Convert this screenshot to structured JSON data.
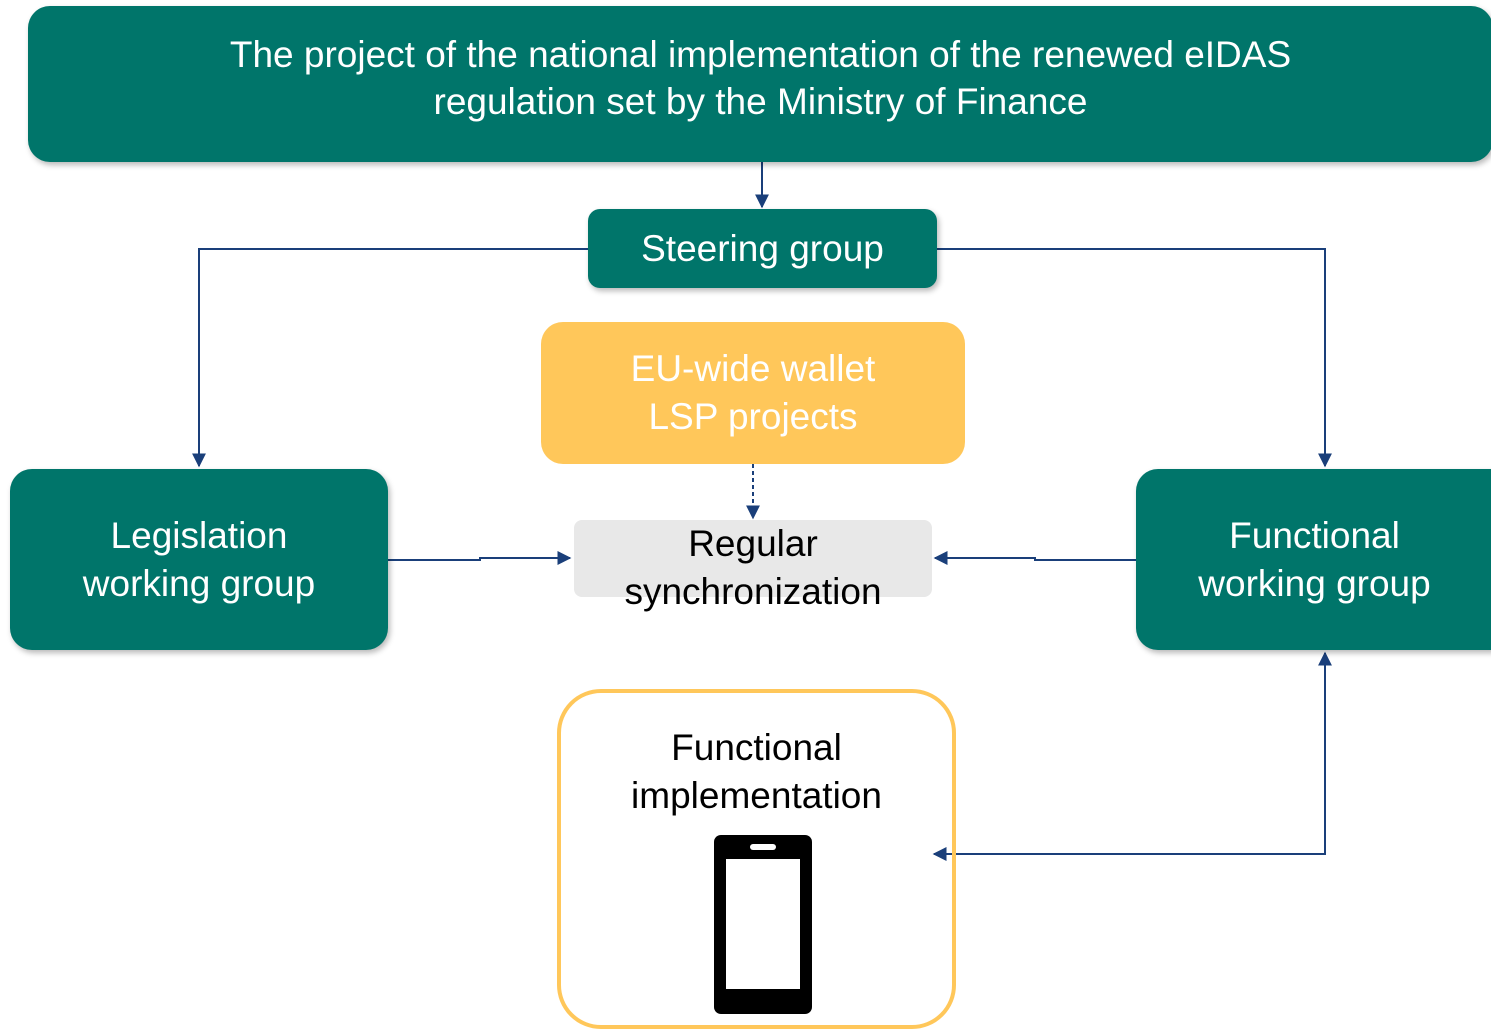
{
  "top": {
    "line1": "The project of the national implementation of the renewed eIDAS",
    "line2": "regulation set by the Ministry of Finance"
  },
  "steering": {
    "label": "Steering group"
  },
  "wallet": {
    "line1": "EU-wide wallet",
    "line2": "LSP projects"
  },
  "legislation": {
    "line1": "Legislation",
    "line2": "working group"
  },
  "sync": {
    "line1": "Regular",
    "line2": "synchronization"
  },
  "functional_group": {
    "line1": "Functional",
    "line2": "working group"
  },
  "implementation": {
    "line1": "Functional",
    "line2": "implementation",
    "icon": "smartphone-icon"
  },
  "colors": {
    "teal": "#00756a",
    "yellow": "#ffc75a",
    "sync_gray": "#e8e8e8",
    "arrow": "#1a3f7a"
  }
}
